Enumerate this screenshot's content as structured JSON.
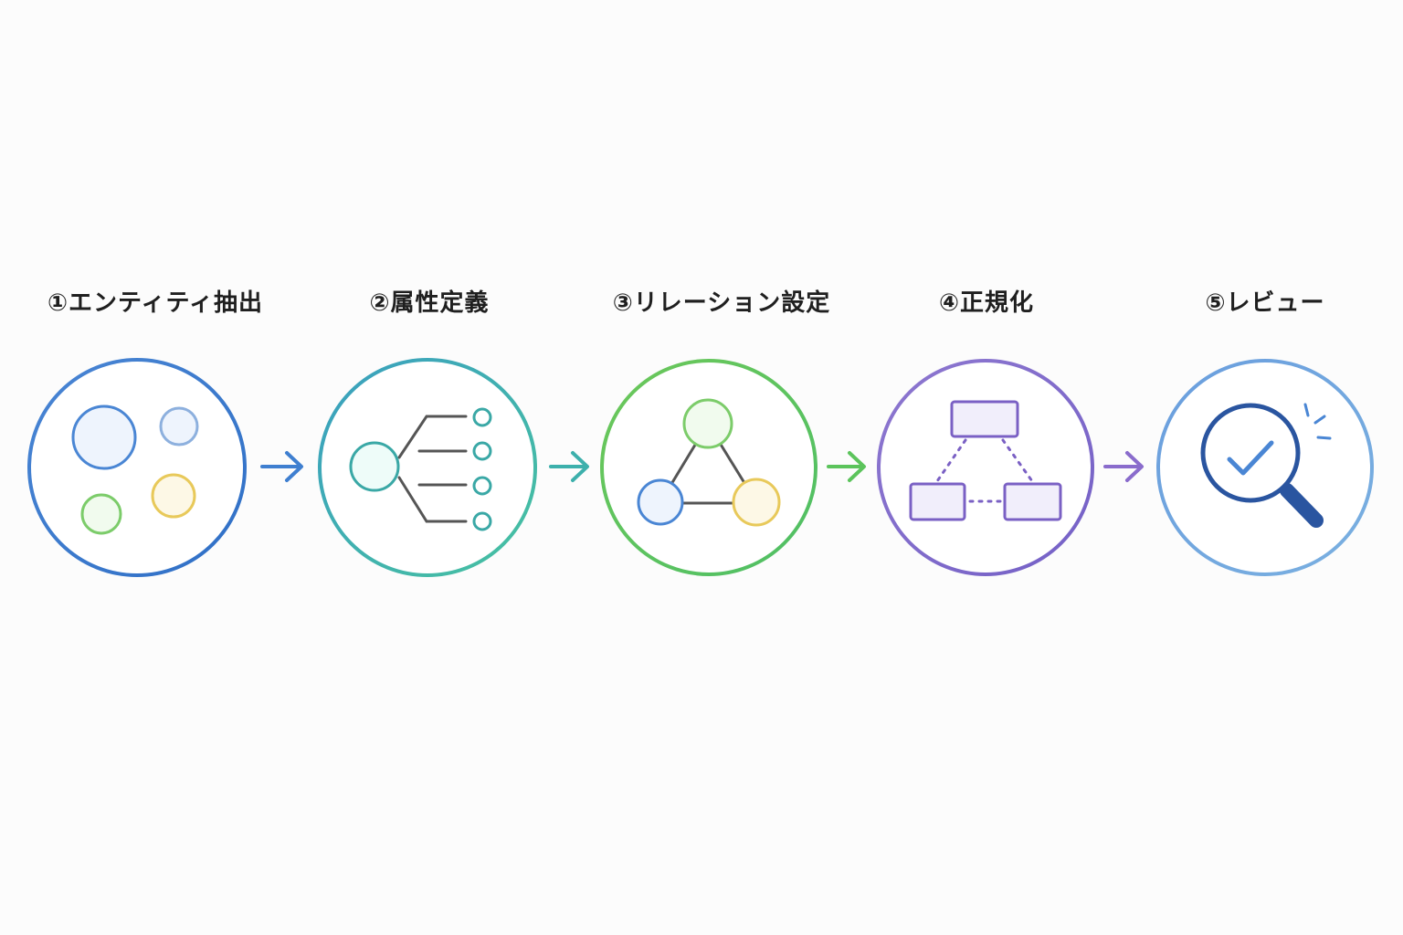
{
  "steps": [
    {
      "label": "①エンティティ抽出",
      "color": "#3f7fd0",
      "icon": "entity-circles-icon"
    },
    {
      "label": "②属性定義",
      "color": "#3db0ac",
      "icon": "attribute-tree-icon"
    },
    {
      "label": "③リレーション設定",
      "color": "#5cc45c",
      "icon": "relation-triangle-icon"
    },
    {
      "label": "④正規化",
      "color": "#8a6ccc",
      "icon": "normalized-tables-icon"
    },
    {
      "label": "⑤レビュー",
      "color": "#6a9ede",
      "icon": "magnifier-check-icon"
    }
  ],
  "arrows": [
    {
      "color": "#3f7fd0"
    },
    {
      "color": "#3db0ac"
    },
    {
      "color": "#5cc45c"
    },
    {
      "color": "#8a6ccc"
    }
  ],
  "palette": {
    "blue": "#4a86d4",
    "light_blue": "#7fa8dc",
    "green": "#7ccc6a",
    "yellow": "#e8c95a",
    "teal": "#3aa8a6",
    "gray_line": "#555555",
    "purple": "#7a60c4",
    "navy": "#2a55a0"
  }
}
